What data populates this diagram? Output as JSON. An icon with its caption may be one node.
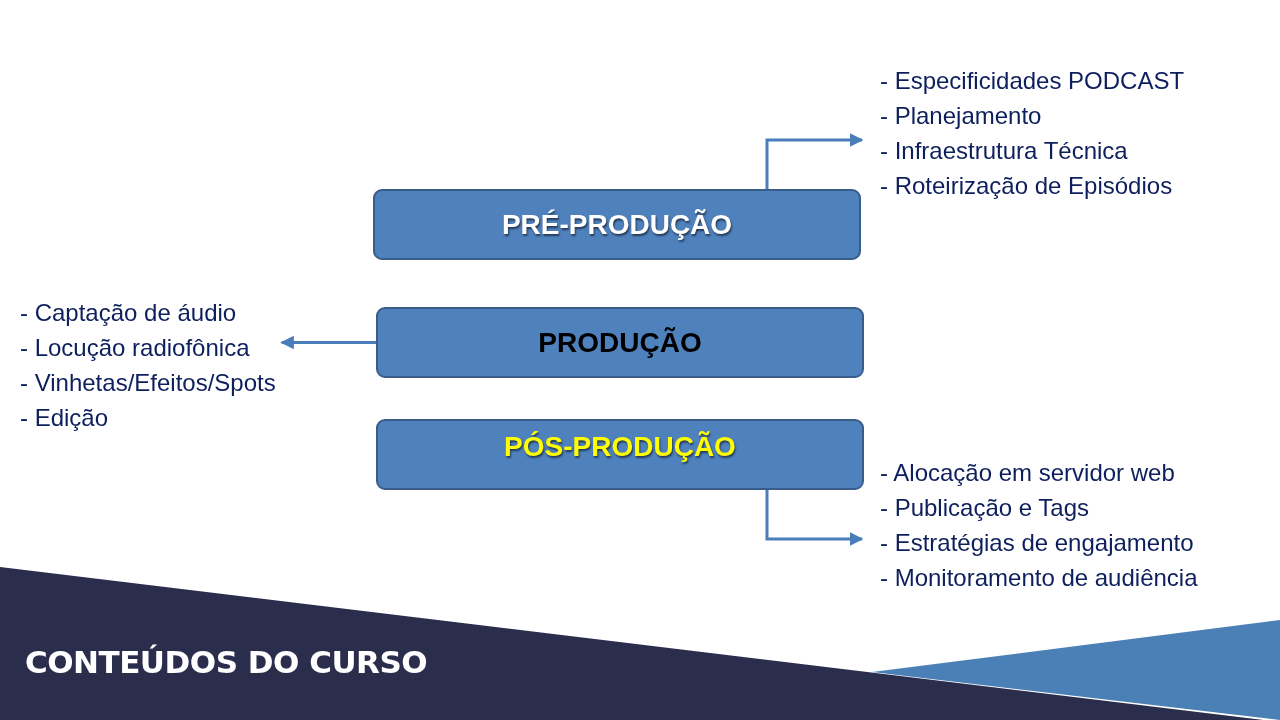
{
  "diagram": {
    "title": "CONTEÚDOS DO CURSO",
    "nodes": [
      {
        "text": [
          "- Especificidades PODCAST",
          "- Planejamento",
          "- Infraestrutura Técnica",
          "- Roteirização de Episódios"
        ]
      },
      {
        "text": [
          "PRÉ-PRODUÇÃO"
        ]
      },
      {
        "text": [
          "- Captação de áudio",
          "- Locução radiofônica",
          "- Vinhetas/Efeitos/Spots",
          "- Edição"
        ]
      },
      {
        "text": [
          "PRODUÇÃO"
        ]
      },
      {
        "text": [
          "PÓS-PRODUÇÃO"
        ]
      },
      {
        "text": [
          "- Alocação em servidor web",
          "- Publicação e Tags",
          "- Estratégias de engajamento",
          "- Monitoramento de audiência"
        ]
      }
    ],
    "edges": [
      {
        "from": 1,
        "to": 0,
        "arrow": "to"
      },
      {
        "from": 3,
        "to": 2,
        "arrow": "to"
      },
      {
        "from": 4,
        "to": 5,
        "arrow": "to"
      }
    ]
  }
}
